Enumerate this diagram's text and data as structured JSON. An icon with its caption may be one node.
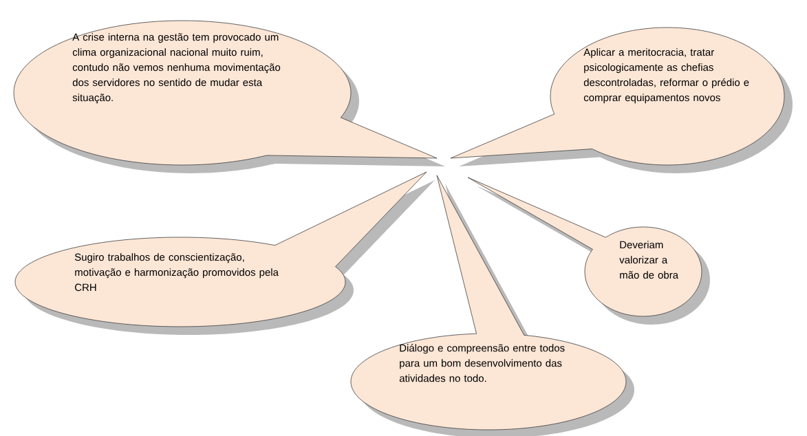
{
  "diagram": {
    "nodes": [
      {
        "text": [
          "A crise interna na gestão tem provocado um clima organizacional nacional muito ruim, contudo não vemos nenhuma movimentação dos servidores no sentido de mudar esta situação."
        ]
      },
      {
        "text": [
          "Aplicar a meritocracia, tratar psicologicamente as chefias descontroladas, reformar o prédio e comprar equipamentos novos"
        ]
      },
      {
        "text": [
          "Sugiro trabalhos de conscientização, motivação e harmonização promovidos pela CRH"
        ]
      },
      {
        "text": [
          "Deveriam valorizar a mão de obra"
        ]
      },
      {
        "text": [
          "Diálogo e compreensão entre todos para um bom desenvolvimento das atividades no todo."
        ]
      }
    ]
  }
}
